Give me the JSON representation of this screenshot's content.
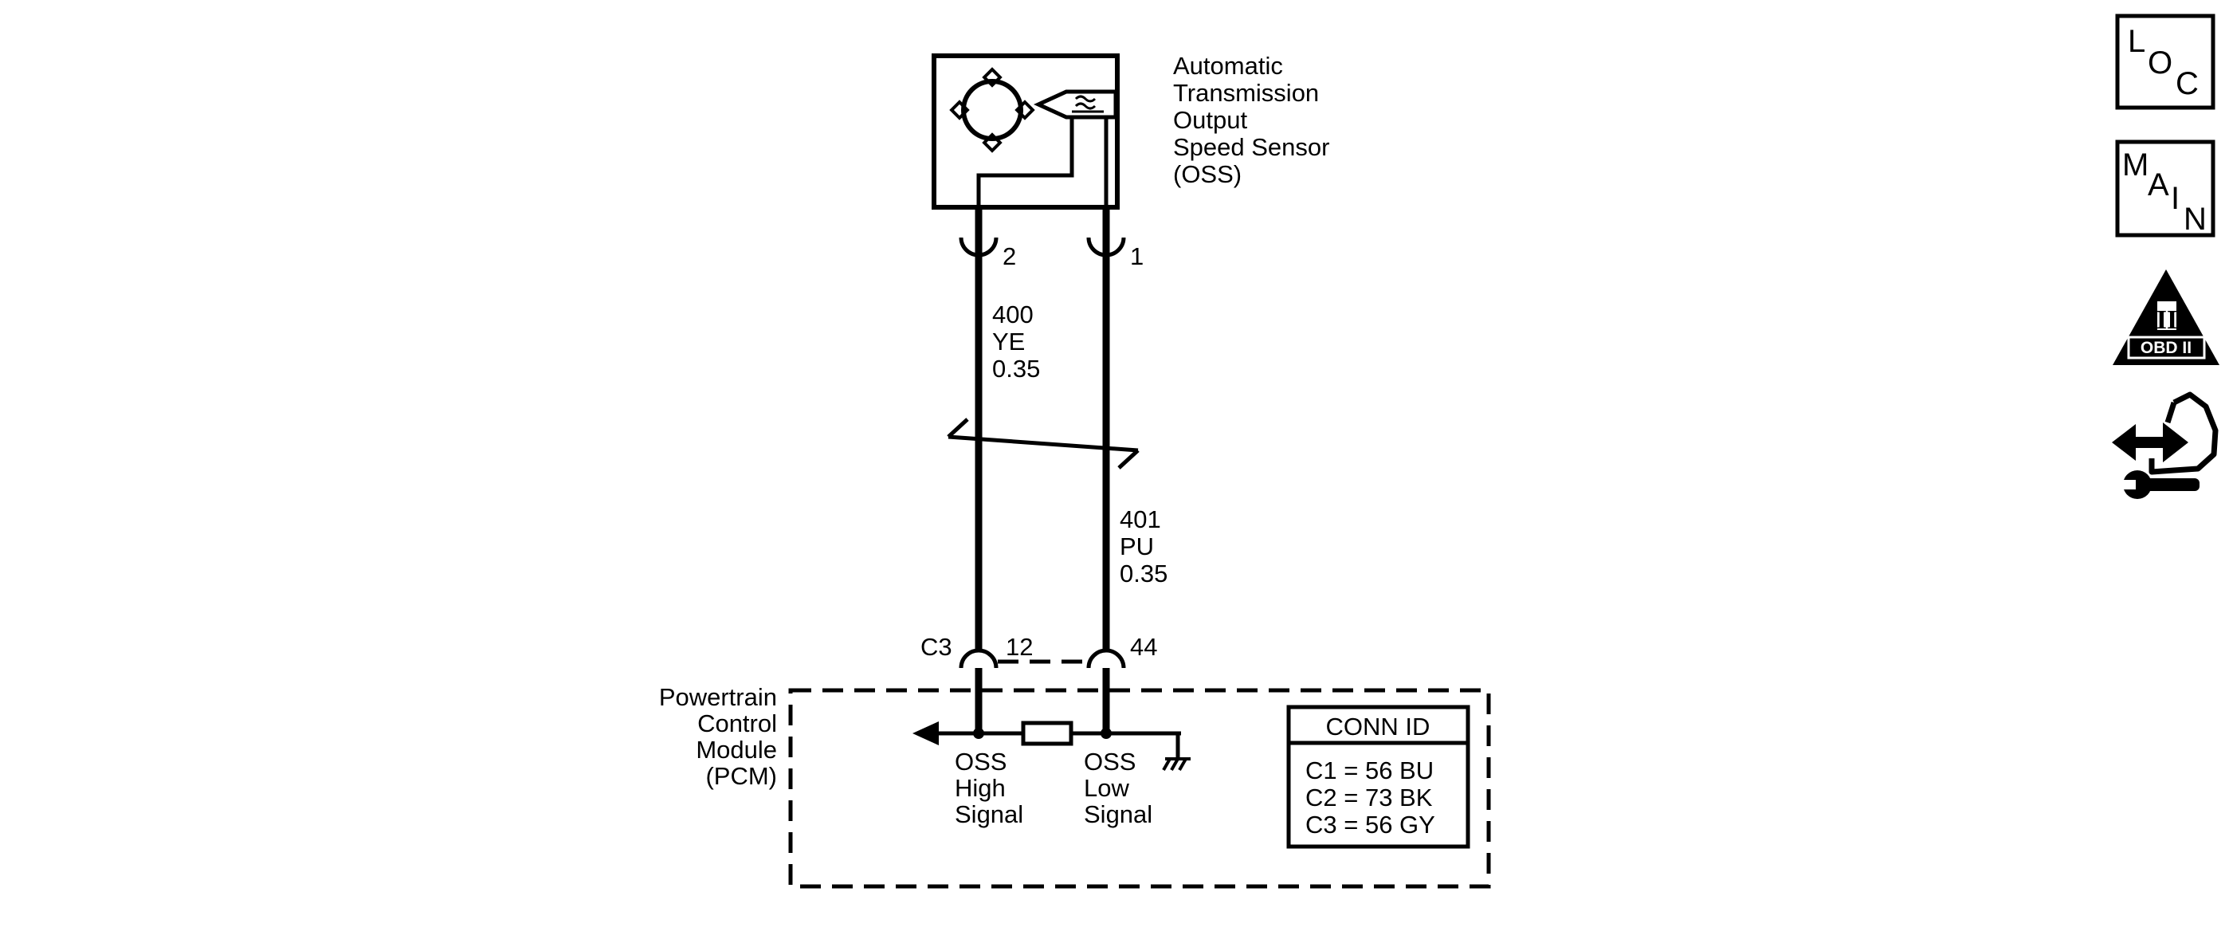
{
  "sensor": {
    "name_lines": [
      "Automatic",
      "Transmission",
      "Output",
      "Speed Sensor",
      "(OSS)"
    ],
    "pin_a": "2",
    "pin_b": "1"
  },
  "wire_a": {
    "circuit": "400",
    "color": "YE",
    "gauge": "0.35"
  },
  "wire_b": {
    "circuit": "401",
    "color": "PU",
    "gauge": "0.35"
  },
  "pcm": {
    "name_lines": [
      "Powertrain",
      "Control",
      "Module",
      "(PCM)"
    ],
    "connector": "C3",
    "pin_a": "12",
    "pin_b": "44",
    "signal_a_lines": [
      "OSS",
      "High",
      "Signal"
    ],
    "signal_b_lines": [
      "OSS",
      "Low",
      "Signal"
    ]
  },
  "conn_id": {
    "title": "CONN ID",
    "entries": [
      "C1 = 56 BU",
      "C2 = 73 BK",
      "C3 = 56 GY"
    ]
  },
  "nav_icons": {
    "loc": {
      "letters": [
        "L",
        "O",
        "C"
      ]
    },
    "main": {
      "letters": [
        "M",
        "A",
        "I",
        "N"
      ]
    },
    "obd": {
      "numeral": "II",
      "label": "OBD II"
    }
  }
}
